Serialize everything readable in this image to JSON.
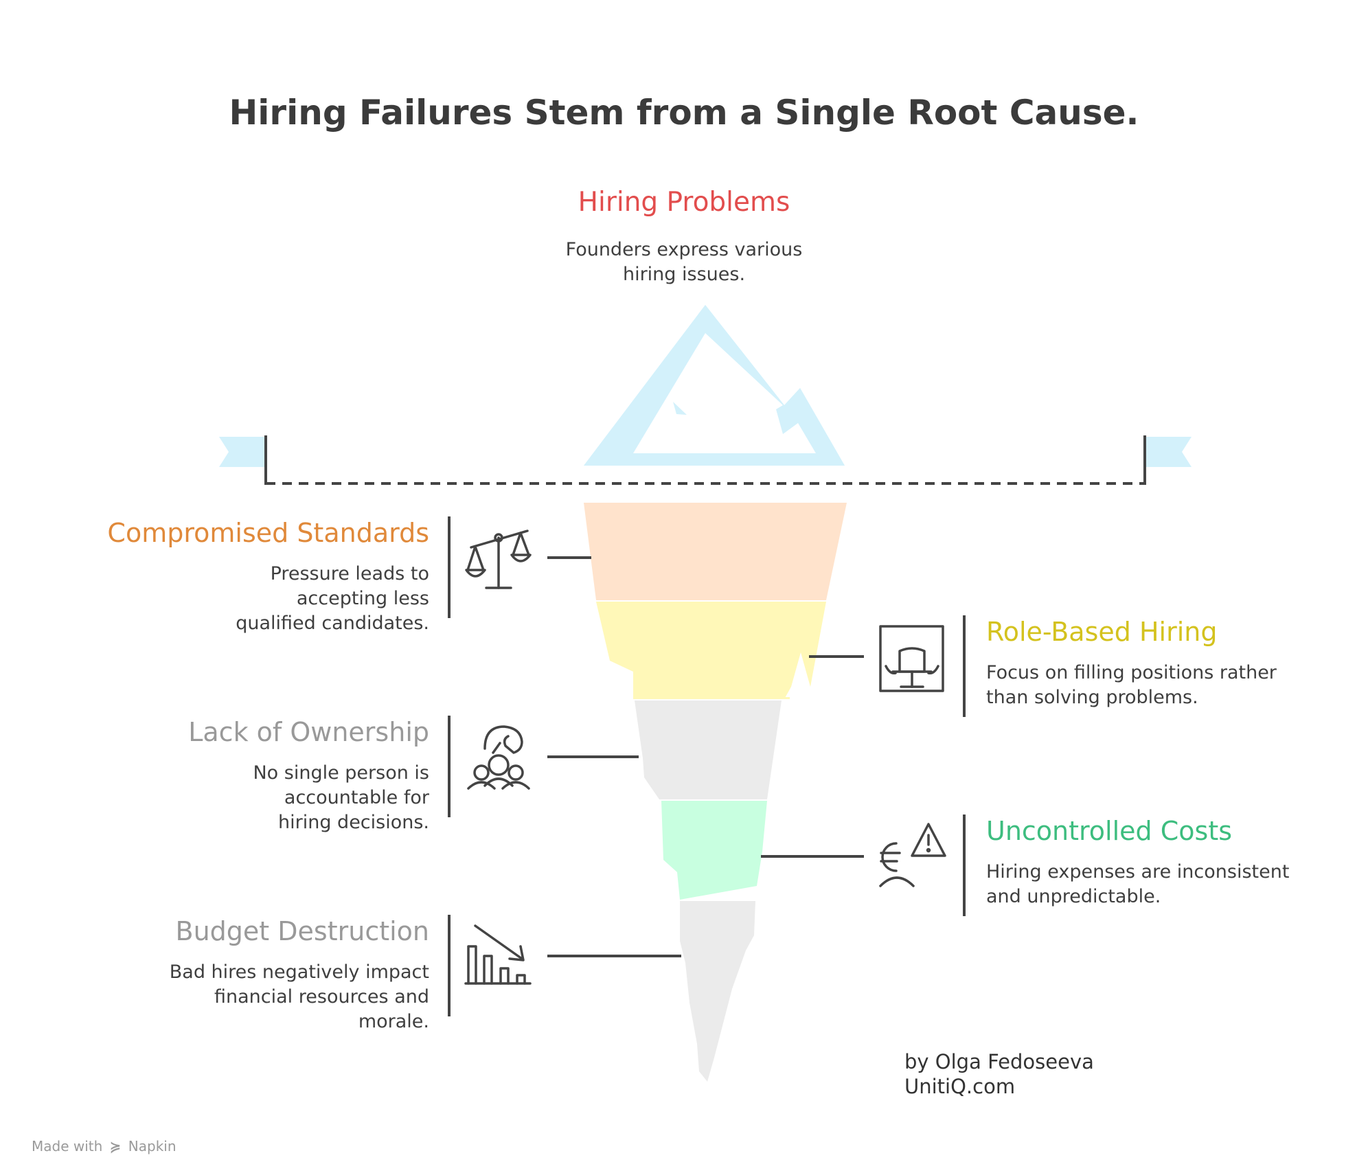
{
  "title": "Hiring Failures Stem from a Single Root Cause.",
  "top": {
    "heading": "Hiring Problems",
    "description": "Founders express various hiring issues.",
    "color": "#e24d4d"
  },
  "layers": [
    {
      "side": "left",
      "heading": "Compromised Standards",
      "description": "Pressure leads to accepting less qualified candidates.",
      "color": "#e0893a",
      "fill": "#ffe3cc",
      "icon": "scales-icon"
    },
    {
      "side": "right",
      "heading": "Role-Based Hiring",
      "description": "Focus on filling positions rather than solving problems.",
      "color": "#d4c21e",
      "fill": "#fff8b8",
      "icon": "office-chair-icon"
    },
    {
      "side": "left",
      "heading": "Lack of Ownership",
      "description": "No single person is accountable for hiring decisions.",
      "color": "#999999",
      "fill": "#ebebeb",
      "icon": "group-hand-icon"
    },
    {
      "side": "right",
      "heading": "Uncontrolled Costs",
      "description": "Hiring expenses are inconsistent and unpredictable.",
      "color": "#3dbd7f",
      "fill": "#c8ffe0",
      "icon": "euro-warning-icon"
    },
    {
      "side": "left",
      "heading": "Budget Destruction",
      "description": "Bad hires negatively impact financial resources and morale.",
      "color": "#999999",
      "fill": "#ebebeb",
      "icon": "declining-chart-icon"
    }
  ],
  "credit": {
    "line1": "by Olga Fedoseeva",
    "line2": "UnitiQ.com"
  },
  "watermark": {
    "prefix": "Made with",
    "brand": "Napkin"
  },
  "colors": {
    "water": "#d3f1fb",
    "line": "#444444"
  }
}
